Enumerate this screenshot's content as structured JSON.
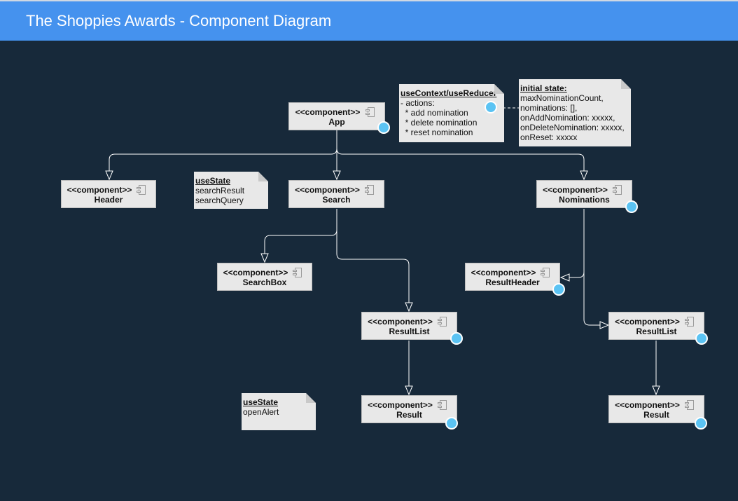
{
  "header": {
    "title": "The Shoppies Awards - Component Diagram"
  },
  "colors": {
    "header_bg": "#4592ee",
    "canvas_bg": "#17293a",
    "component_fill": "#e8e8e8",
    "interface_dot": "#5bc3f3"
  },
  "components": {
    "app": {
      "stereotype": "<<component>>",
      "name": "App"
    },
    "header": {
      "stereotype": "<<component>>",
      "name": "Header"
    },
    "search": {
      "stereotype": "<<component>>",
      "name": "Search"
    },
    "nominations": {
      "stereotype": "<<component>>",
      "name": "Nominations"
    },
    "searchbox": {
      "stereotype": "<<component>>",
      "name": "SearchBox"
    },
    "resultheader": {
      "stereotype": "<<component>>",
      "name": "ResultHeader"
    },
    "resultlist_search": {
      "stereotype": "<<component>>",
      "name": "ResultList"
    },
    "resultlist_nominations": {
      "stereotype": "<<component>>",
      "name": "ResultList"
    },
    "result_search": {
      "stereotype": "<<component>>",
      "name": "Result"
    },
    "result_nominations": {
      "stereotype": "<<component>>",
      "name": "Result"
    }
  },
  "notes": {
    "context": {
      "title": "useContext/useReducer",
      "lines": [
        "- actions:",
        "  * add nomination",
        "  * delete nomination",
        "  * reset nomination"
      ]
    },
    "initial_state": {
      "title": "initial state:",
      "lines": [
        "maxNominationCount,",
        "nominations: [],",
        "onAddNomination: xxxxx,",
        "onDeleteNomination: xxxxx,",
        "onReset: xxxxx"
      ]
    },
    "search_state": {
      "title": "useState",
      "lines": [
        "searchResult",
        "searchQuery"
      ]
    },
    "result_state": {
      "title": "useState",
      "lines": [
        "openAlert"
      ]
    }
  }
}
